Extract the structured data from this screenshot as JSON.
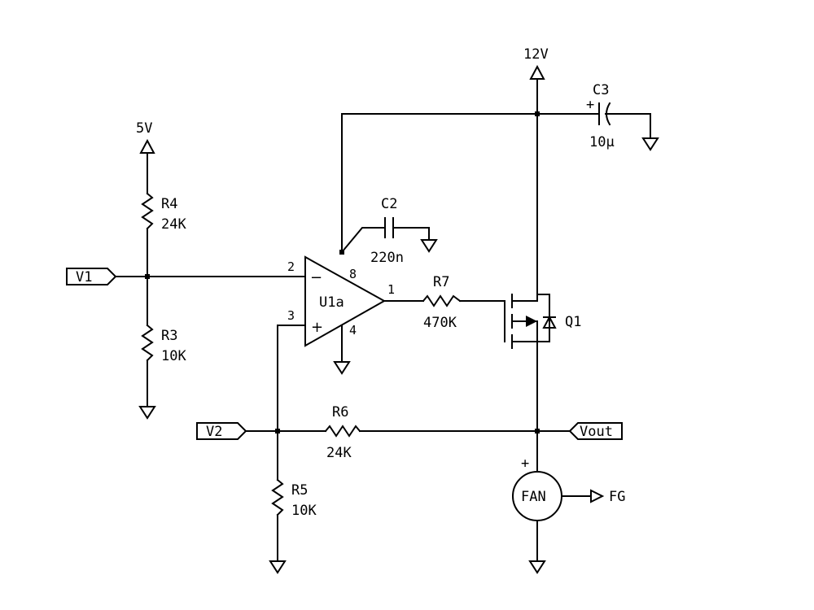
{
  "power": {
    "v5": "5V",
    "v12": "12V"
  },
  "ports": {
    "v1": "V1",
    "v2": "V2",
    "vout": "Vout",
    "fg": "FG"
  },
  "opamp": {
    "ref": "U1a",
    "pin_inv": "2",
    "pin_noninv": "3",
    "pin_out": "1",
    "pin_vcc": "8",
    "pin_gnd": "4",
    "sign_inv": "−",
    "sign_noninv": "+"
  },
  "components": {
    "r3": {
      "ref": "R3",
      "value": "10K"
    },
    "r4": {
      "ref": "R4",
      "value": "24K"
    },
    "r5": {
      "ref": "R5",
      "value": "10K"
    },
    "r6": {
      "ref": "R6",
      "value": "24K"
    },
    "r7": {
      "ref": "R7",
      "value": "470K"
    },
    "c2": {
      "ref": "C2",
      "value": "220n"
    },
    "c3": {
      "ref": "C3",
      "value": "10µ",
      "polarity": "+"
    },
    "q1": {
      "ref": "Q1"
    },
    "fan": {
      "label": "FAN",
      "polarity": "+"
    }
  }
}
